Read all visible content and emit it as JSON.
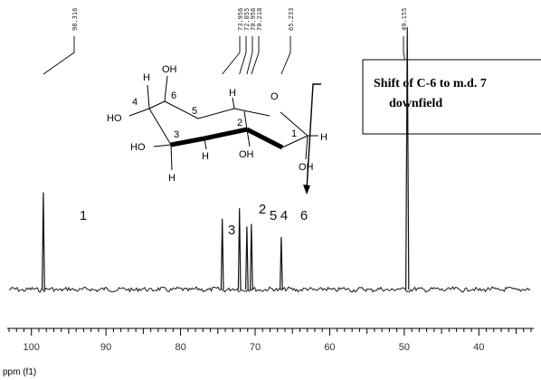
{
  "chart_data": {
    "type": "line",
    "title": "",
    "xlabel": "ppm (f1)",
    "ylabel": "",
    "xlim": [
      103,
      33
    ],
    "x_reversed": true,
    "x_ticks": [
      100,
      90,
      80,
      70,
      60,
      50,
      40
    ],
    "grid": false,
    "peaks": [
      {
        "x": 98.4,
        "height": 0.37,
        "top_label": "98.316",
        "assign": "1"
      },
      {
        "x": 74.4,
        "height": 0.27,
        "top_label": "73.956",
        "assign": "3"
      },
      {
        "x": 72.1,
        "height": 0.31,
        "top_label": "72.055",
        "assign": "2"
      },
      {
        "x": 71.1,
        "height": 0.24,
        "top_label": "70.956",
        "assign": "5"
      },
      {
        "x": 70.5,
        "height": 0.25,
        "top_label": "70.218",
        "assign": "4"
      },
      {
        "x": 66.5,
        "height": 0.2,
        "top_label": "65.233",
        "assign": "6"
      },
      {
        "x": 49.6,
        "height": 1.0,
        "top_label": "49.155",
        "assign": ""
      }
    ],
    "annotation": {
      "line1": "Shift of C-6 to m.d. 7",
      "line2": "downfield"
    },
    "structure_labels": {
      "c1": "1",
      "c2": "2",
      "c3": "3",
      "c4": "4",
      "c5": "5",
      "c6": "6",
      "ring_o": "O",
      "oh": "OH",
      "ho": "HO",
      "h": "H"
    }
  }
}
